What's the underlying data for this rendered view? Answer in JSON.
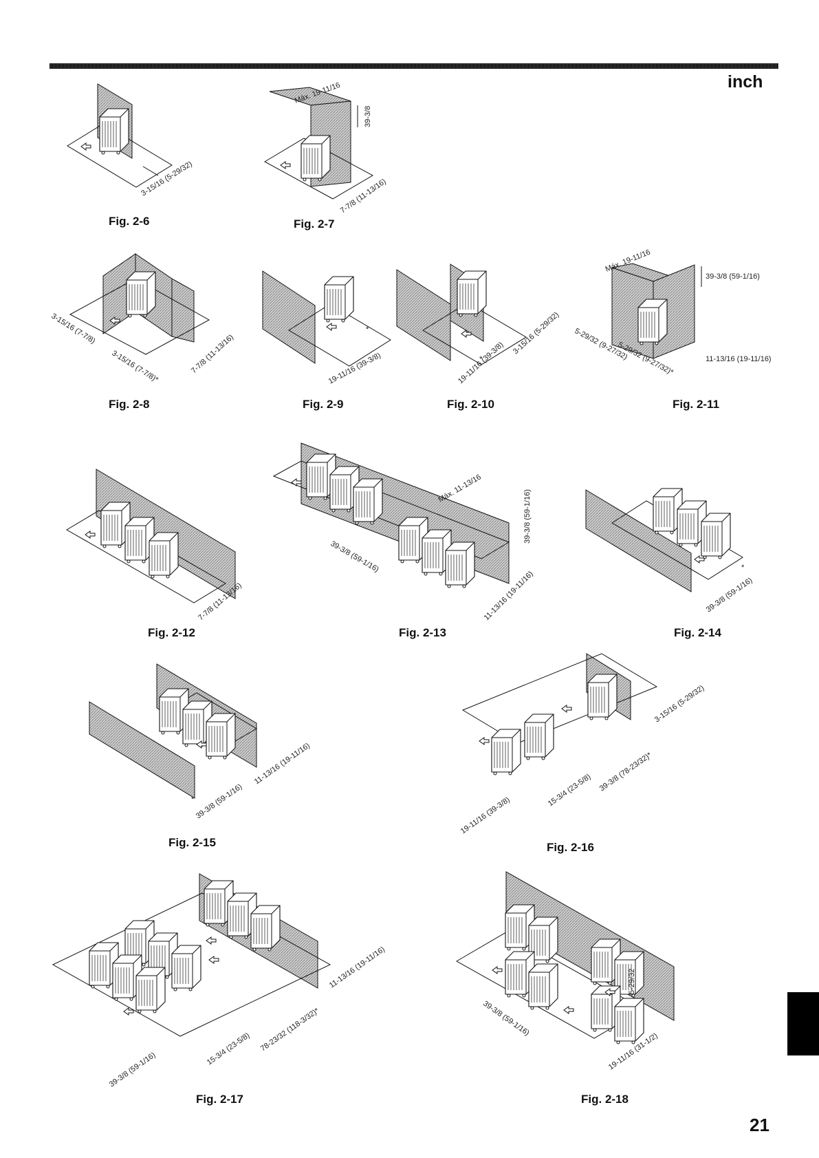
{
  "header": {
    "unit": "inch"
  },
  "page_number": "21",
  "figures": {
    "f6": {
      "caption": "Fig. 2-6",
      "dims": [
        "3-15/16 (5-29/32)"
      ]
    },
    "f7": {
      "caption": "Fig. 2-7",
      "dims": [
        "Máx. 19-11/16",
        "39-3/8",
        "7-7/8 (11-13/16)"
      ]
    },
    "f8": {
      "caption": "Fig. 2-8",
      "dims": [
        "3-15/16 (7-7/8)",
        "3-15/16 (7-7/8)*",
        "7-7/8 (11-13/16)"
      ]
    },
    "f9": {
      "caption": "Fig. 2-9",
      "dims": [
        "19-11/16 (39-3/8)",
        "*"
      ]
    },
    "f10": {
      "caption": "Fig. 2-10",
      "dims": [
        "19-11/16 (39-3/8)",
        "3-15/16 (5-29/32)",
        "*"
      ]
    },
    "f11": {
      "caption": "Fig. 2-11",
      "dims": [
        "Máx. 19-11/16",
        "39-3/8 (59-1/16)",
        "5-29/32 (9-27/32)",
        "5-29/32 (9-27/32)*",
        "11-13/16 (19-11/16)"
      ]
    },
    "f12": {
      "caption": "Fig. 2-12",
      "dims": [
        "7-7/8 (11-13/16)"
      ]
    },
    "f13": {
      "caption": "Fig. 2-13",
      "dims": [
        "Máx. 11-13/16",
        "39-3/8 (59-1/16)",
        "39-3/8 (59-1/16)",
        "11-13/16 (19-11/16)"
      ]
    },
    "f14": {
      "caption": "Fig. 2-14",
      "dims": [
        "39-3/8 (59-1/16)",
        "*"
      ]
    },
    "f15": {
      "caption": "Fig. 2-15",
      "dims": [
        "39-3/8 (59-1/16)",
        "11-13/16 (19-11/16)",
        "*"
      ]
    },
    "f16": {
      "caption": "Fig. 2-16",
      "dims": [
        "19-11/16 (39-3/8)",
        "15-3/4 (23-5/8)",
        "39-3/8 (78-23/32)*",
        "3-15/16 (5-29/32)"
      ]
    },
    "f17": {
      "caption": "Fig. 2-17",
      "dims": [
        "39-3/8 (59-1/16)",
        "15-3/4 (23-5/8)",
        "78-23/32 (118-3/32)*",
        "11-13/16 (19-11/16)"
      ]
    },
    "f18": {
      "caption": "Fig. 2-18",
      "dims": [
        "39-3/8 (59-1/16)",
        "19-11/16 (31-1/2)",
        "5-29/32"
      ]
    }
  }
}
